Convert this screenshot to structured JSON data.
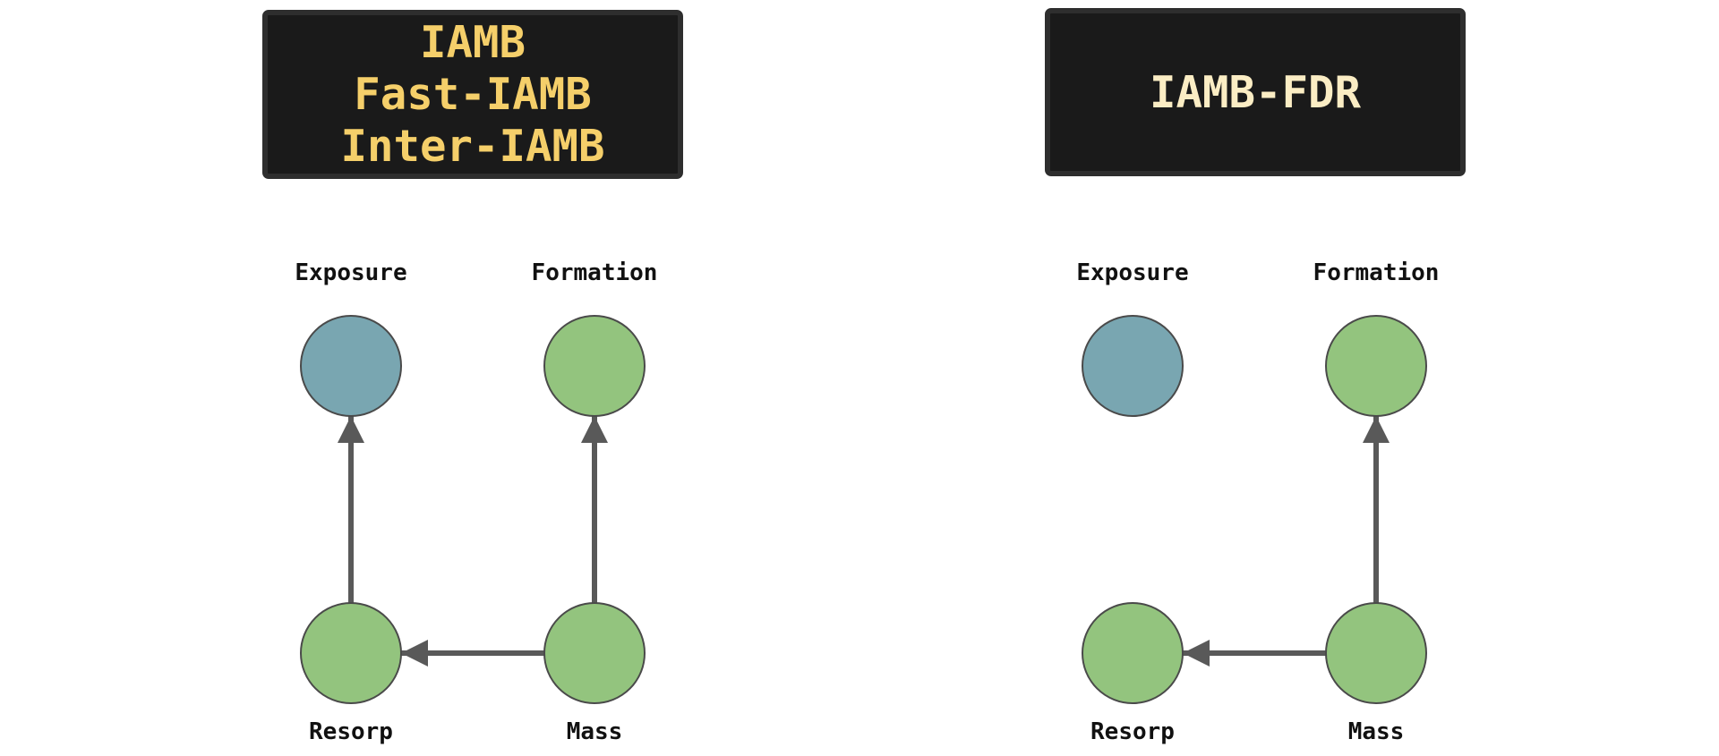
{
  "colors": {
    "box_fill": "#1a1a1a",
    "box_border": "#2e2e2e",
    "left_title_text": "#f5cf6a",
    "right_title_text": "#fbedc4",
    "node_exposure": "#79a6b1",
    "node_other": "#93c47e",
    "node_stroke": "#4a4a4a",
    "edge": "#595959"
  },
  "panels": [
    {
      "title_lines": [
        "IAMB",
        "Fast-IAMB",
        "Inter-IAMB"
      ],
      "nodes": {
        "exposure": "Exposure",
        "formation": "Formation",
        "resorp": "Resorp",
        "mass": "Mass"
      },
      "edges": [
        {
          "from": "Resorp",
          "to": "Exposure"
        },
        {
          "from": "Mass",
          "to": "Formation"
        },
        {
          "from": "Mass",
          "to": "Resorp"
        }
      ]
    },
    {
      "title_lines": [
        "IAMB-FDR"
      ],
      "nodes": {
        "exposure": "Exposure",
        "formation": "Formation",
        "resorp": "Resorp",
        "mass": "Mass"
      },
      "edges": [
        {
          "from": "Mass",
          "to": "Formation"
        },
        {
          "from": "Mass",
          "to": "Resorp"
        }
      ]
    }
  ]
}
